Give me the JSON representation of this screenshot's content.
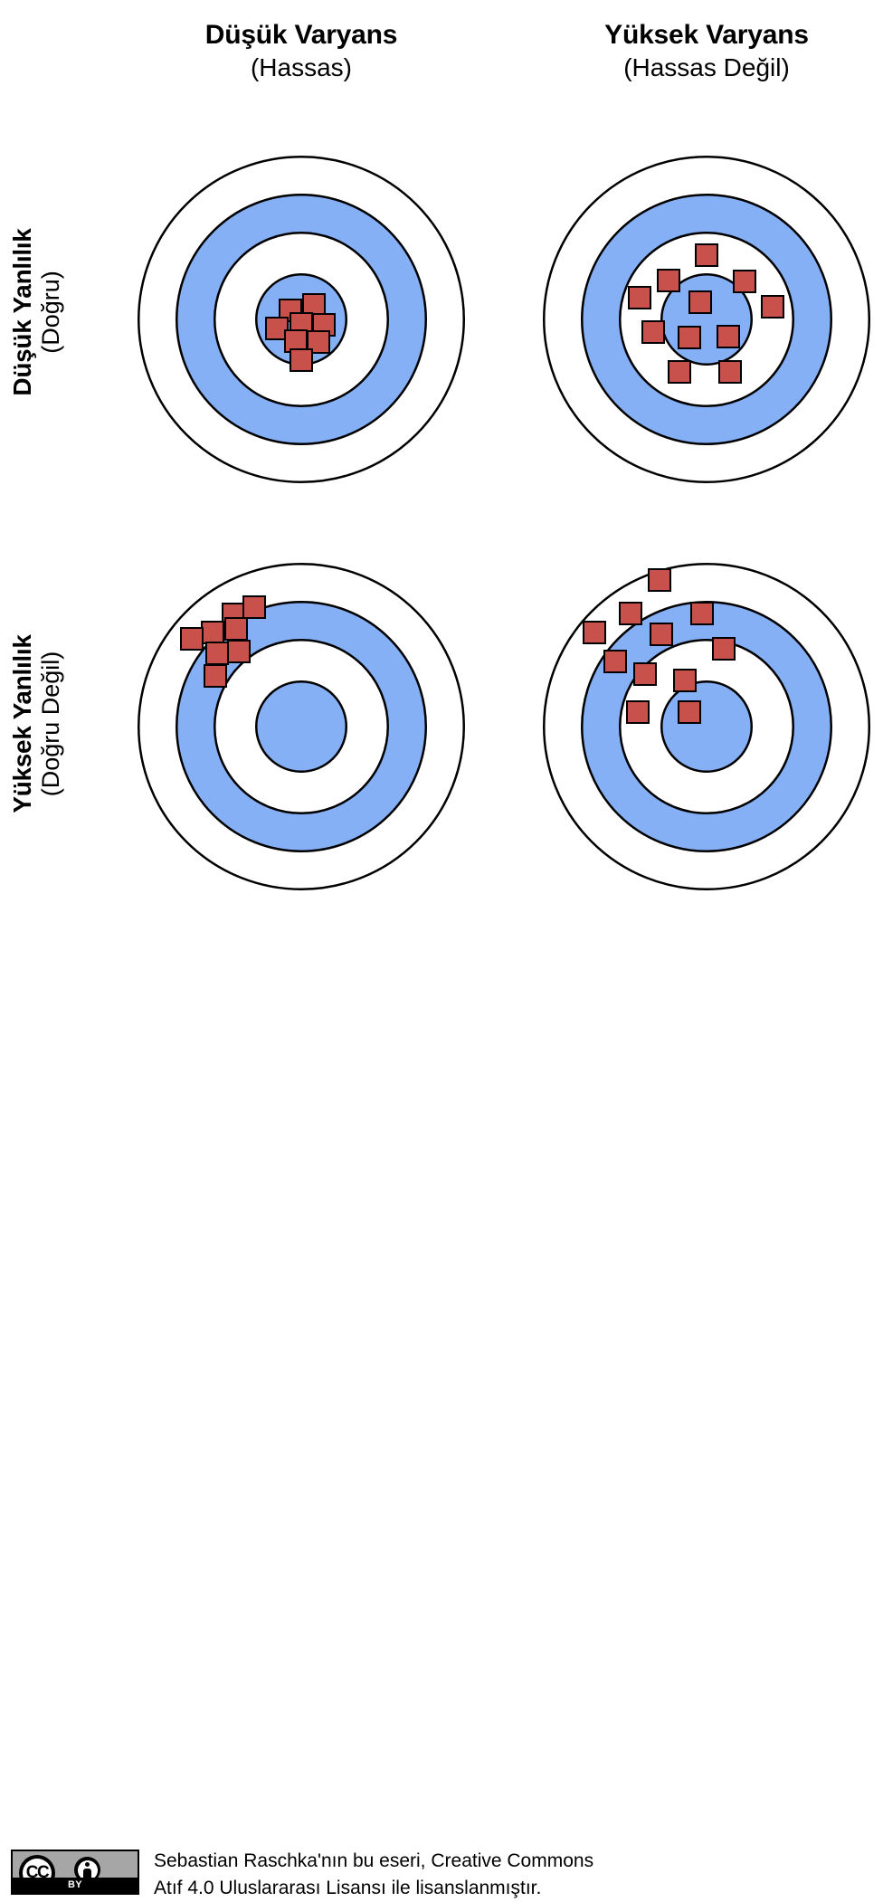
{
  "title": "Bias-Variance Tradeoff Targets",
  "columns": [
    {
      "main": "Düşük Varyans",
      "sub": "(Hassas)"
    },
    {
      "main": "Yüksek Varyans",
      "sub": "(Hassas Değil)"
    }
  ],
  "rows": [
    {
      "main": "Düşük Yanlılık",
      "sub": "(Doğru)"
    },
    {
      "main": "Yüksek Yanlılık",
      "sub": "(Doğru Değil)"
    }
  ],
  "colors": {
    "ring_blue": "#85b0f5",
    "ring_white": "#ffffff",
    "stroke": "#000000",
    "marker_red": "#c9514b",
    "marker_stroke": "#000000"
  },
  "license": {
    "badge_cc": "CC",
    "badge_by": "BY",
    "line1": "Sebastian Raschka'nın bu eseri, Creative Commons",
    "line2": "Atıf 4.0 Uluslararası Lisansı ile lisanslanmıştır."
  },
  "chart_data": {
    "type": "scatter",
    "title": "Bias-Variance Tradeoff",
    "panel_layout": "2x2 grid of concentric-ring targets",
    "target_geometry": {
      "center": [
        182,
        182
      ],
      "ring_radii": [
        181,
        139,
        97,
        51
      ],
      "ring_fills": [
        "#ffffff",
        "#85b0f5",
        "#ffffff",
        "#85b0f5"
      ],
      "stroke": "#000000",
      "stroke_width": 2.5
    },
    "marker": {
      "shape": "square",
      "size": 24,
      "fill": "#c9514b",
      "stroke": "#000000"
    },
    "panels": [
      {
        "id": "low-bias-low-variance",
        "row": "Düşük Yanlılık (Doğru)",
        "column": "Düşük Varyans (Hassas)",
        "points": [
          [
            170,
            172
          ],
          [
            196,
            166
          ],
          [
            155,
            192
          ],
          [
            182,
            187
          ],
          [
            207,
            188
          ],
          [
            176,
            206
          ],
          [
            201,
            207
          ],
          [
            182,
            227
          ]
        ]
      },
      {
        "id": "low-bias-high-variance",
        "row": "Düşük Yanlılık (Doğru)",
        "column": "Yüksek Varyans (Hassas Değil)",
        "points": [
          [
            182,
            111
          ],
          [
            140,
            139
          ],
          [
            224,
            140
          ],
          [
            108,
            158
          ],
          [
            255,
            168
          ],
          [
            123,
            196
          ],
          [
            175,
            163
          ],
          [
            206,
            201
          ],
          [
            163,
            202
          ],
          [
            152,
            240
          ],
          [
            208,
            240
          ]
        ]
      },
      {
        "id": "high-bias-low-variance",
        "row": "Yüksek Yanlılık (Doğru Değil)",
        "column": "Düşük Varyans (Hassas)",
        "points": [
          [
            107,
            58
          ],
          [
            130,
            50
          ],
          [
            84,
            78
          ],
          [
            110,
            74
          ],
          [
            61,
            85
          ],
          [
            89,
            101
          ],
          [
            113,
            99
          ],
          [
            87,
            126
          ]
        ]
      },
      {
        "id": "high-bias-high-variance",
        "row": "Yüksek Yanlılık (Doğru Değil)",
        "column": "Yüksek Varyans (Hassas Değil)",
        "points": [
          [
            130,
            20
          ],
          [
            98,
            57
          ],
          [
            177,
            57
          ],
          [
            58,
            78
          ],
          [
            132,
            80
          ],
          [
            201,
            96
          ],
          [
            81,
            110
          ],
          [
            114,
            124
          ],
          [
            158,
            131
          ],
          [
            106,
            166
          ],
          [
            163,
            166
          ]
        ]
      }
    ]
  }
}
